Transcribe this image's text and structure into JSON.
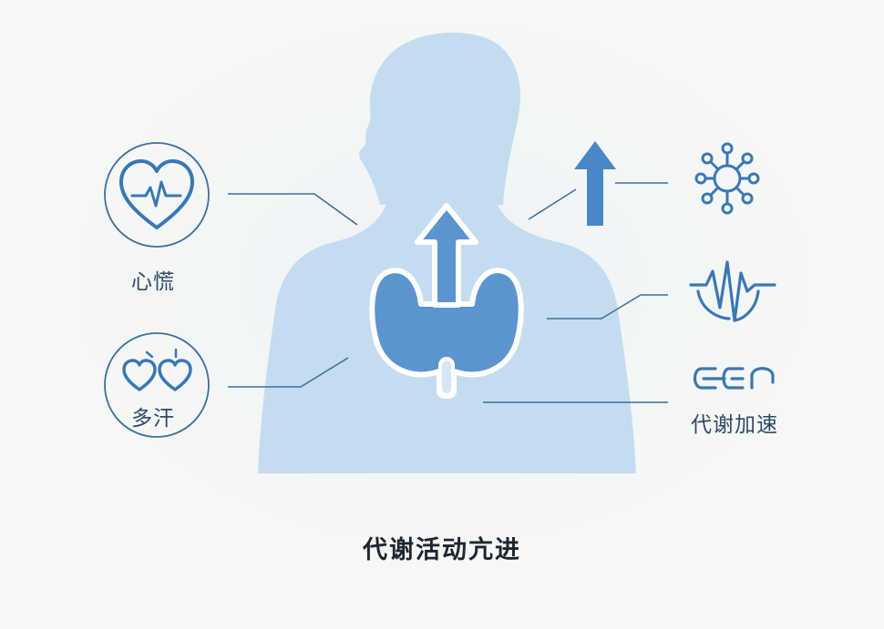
{
  "diagram": {
    "caption": "代谢活动亢进",
    "symptoms": {
      "palpitation": {
        "label": "心慌",
        "icon": "heart-ecg-icon"
      },
      "sweating": {
        "label": "多汗",
        "icon": "hearts-sweat-icon"
      },
      "metabolism": {
        "label": "代谢加速",
        "icon": "metabolism-glyph-icon"
      }
    },
    "right_icons": [
      "up-arrow-icon",
      "network-hub-icon",
      "pulse-wave-icon"
    ],
    "center_icons": [
      "thyroid-gland-icon",
      "thyroid-up-arrow-icon"
    ],
    "colors": {
      "body": "#c5dcf0",
      "thyroid": "#5b94cf",
      "line": "#3f6f9b",
      "icon": "#3a77b5",
      "text": "#1d2630"
    }
  }
}
